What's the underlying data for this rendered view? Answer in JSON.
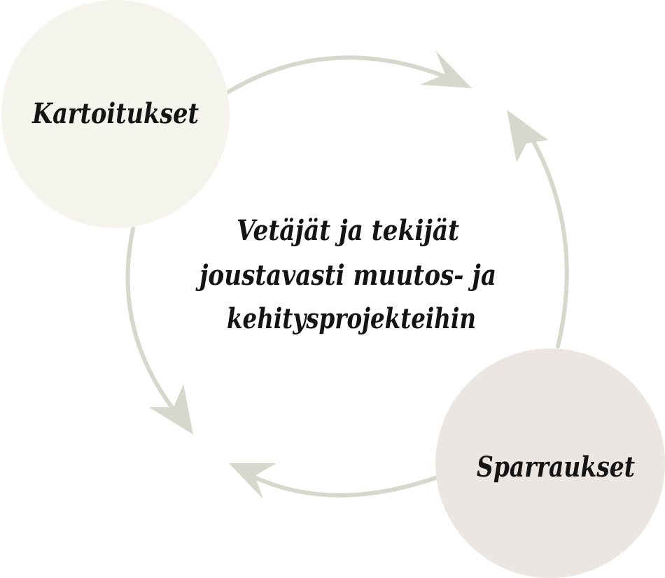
{
  "diagram": {
    "nodes": [
      {
        "id": "kartoitukset",
        "label": "Kartoitukset",
        "fill": "#f4f4ec"
      },
      {
        "id": "sparraukset",
        "label": "Sparraukset",
        "fill": "#ebe6e2"
      }
    ],
    "center": {
      "lines": [
        "Vetäjät ja tekijät",
        "joustavasti muutos- ja",
        "kehitysprojekteihin"
      ]
    },
    "colors": {
      "arrow": "#d6d8cb",
      "text": "#141414",
      "background": "#ffffff"
    }
  }
}
